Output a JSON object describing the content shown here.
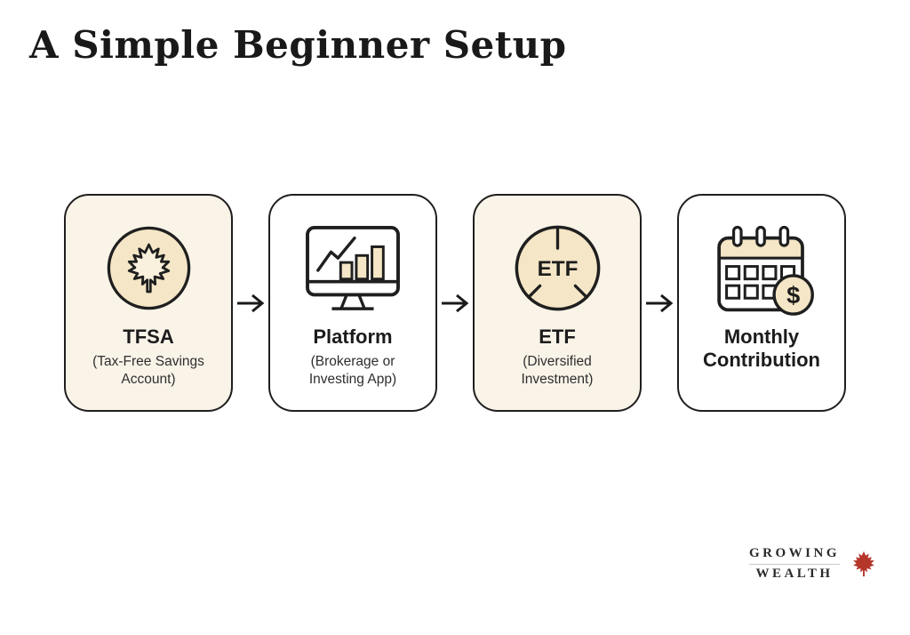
{
  "header": {
    "title": "A Simple Beginner Setup"
  },
  "colors": {
    "background": "#ffffff",
    "ink": "#1f1f1f",
    "card_cream": "#faf3e8",
    "icon_cream": "#f4e6c6",
    "leaf_inner_cream": "#f9f0dd",
    "logo_red": "#b5372a",
    "subtitle_gray": "#2e2e2e"
  },
  "flow": {
    "arrow_icon": "right-arrow-icon",
    "cards": [
      {
        "title": "TFSA",
        "subtitle": "(Tax-Free Savings Account)",
        "icon": "maple-leaf-circle-icon",
        "highlighted": true
      },
      {
        "title": "Platform",
        "subtitle": "(Brokerage or Investing App)",
        "icon": "monitor-growth-chart-icon",
        "highlighted": false
      },
      {
        "title": "ETF",
        "subtitle": "(Diversified Investment)",
        "icon": "pie-chart-icon",
        "icon_label": "ETF",
        "highlighted": true
      },
      {
        "title": "Monthly Contribution",
        "subtitle": "",
        "icon": "calendar-dollar-icon",
        "icon_label": "$",
        "highlighted": false
      }
    ]
  },
  "logo": {
    "line1": "GROWING",
    "line2": "WEALTH",
    "icon": "red-maple-leaf-icon"
  }
}
